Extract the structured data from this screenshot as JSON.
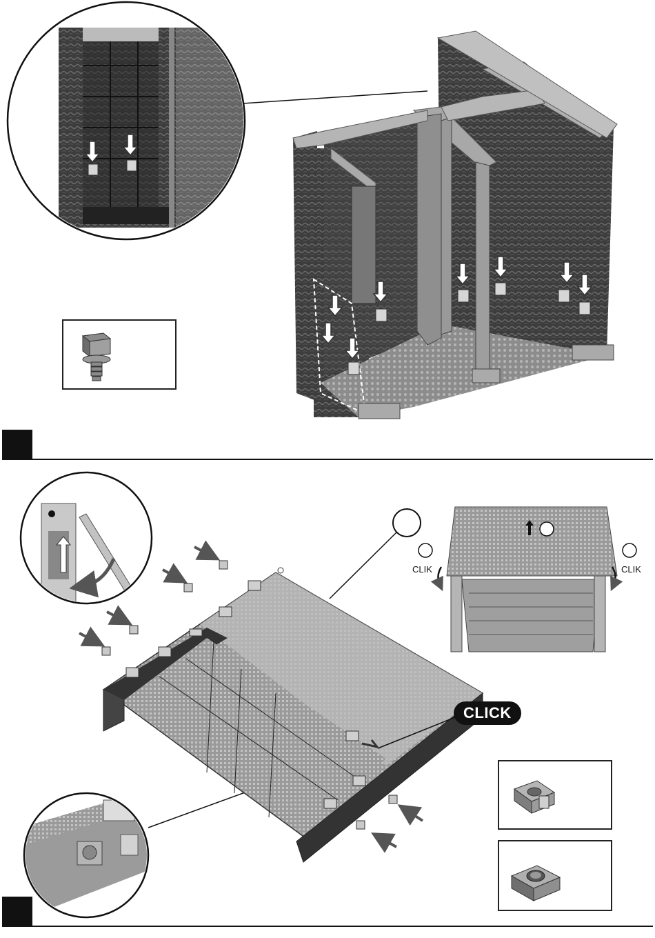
{
  "top_panel": {
    "clik_label_left": "CLIK",
    "clik_label_right": "CLIK"
  },
  "bottom_panel": {
    "click_label": "CLICK"
  },
  "icons": {
    "arrow": "arrow-down-icon",
    "screw": "screw-icon",
    "clip": "clip-nut-icon"
  }
}
